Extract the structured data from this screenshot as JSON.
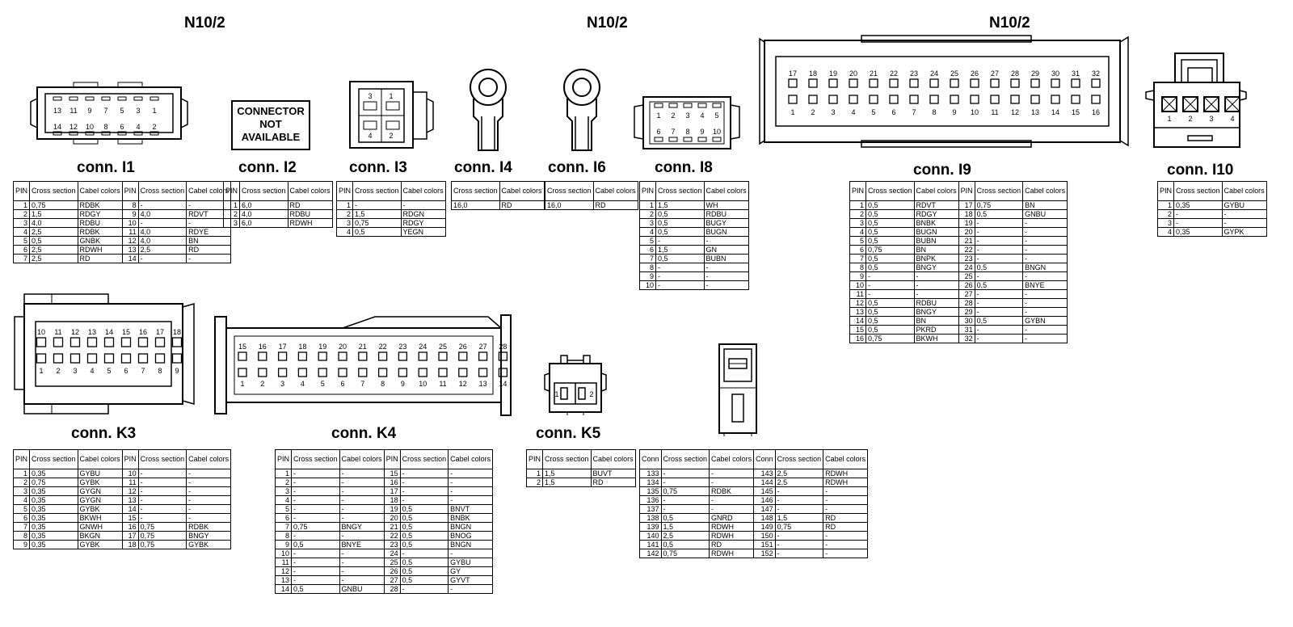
{
  "headers": [
    "N10/2",
    "N10/2",
    "N10/2"
  ],
  "na_text": [
    "CONNECTOR",
    "NOT",
    "AVAILABLE"
  ],
  "conn_i1_top_nums": [
    "13",
    "11",
    "9",
    "7",
    "5",
    "3",
    "1"
  ],
  "conn_i1_bot_nums": [
    "14",
    "12",
    "10",
    "8",
    "6",
    "4",
    "2"
  ],
  "conn_i3_nums": [
    "3",
    "1",
    "4",
    "2"
  ],
  "conn_i8_top_nums": [
    "1",
    "2",
    "3",
    "4",
    "5"
  ],
  "conn_i8_bot_nums": [
    "6",
    "7",
    "8",
    "9",
    "10"
  ],
  "conn_i9_top_nums": [
    "17",
    "18",
    "19",
    "20",
    "21",
    "22",
    "23",
    "24",
    "25",
    "26",
    "27",
    "28",
    "29",
    "30",
    "31",
    "32"
  ],
  "conn_i9_bot_nums": [
    "1",
    "2",
    "3",
    "4",
    "5",
    "6",
    "7",
    "8",
    "9",
    "10",
    "11",
    "12",
    "13",
    "14",
    "15",
    "16"
  ],
  "conn_i10_nums": [
    "1",
    "2",
    "3",
    "4"
  ],
  "conn_k3_top_nums": [
    "10",
    "11",
    "12",
    "13",
    "14",
    "15",
    "16",
    "17",
    "18"
  ],
  "conn_k3_bot_nums": [
    "1",
    "2",
    "3",
    "4",
    "5",
    "6",
    "7",
    "8",
    "9"
  ],
  "conn_k4_top_nums": [
    "15",
    "16",
    "17",
    "18",
    "19",
    "20",
    "21",
    "22",
    "23",
    "24",
    "25",
    "26",
    "27",
    "28"
  ],
  "conn_k4_bot_nums": [
    "1",
    "2",
    "3",
    "4",
    "5",
    "6",
    "7",
    "8",
    "9",
    "10",
    "11",
    "12",
    "13",
    "14"
  ],
  "conn_k5_nums": [
    "1",
    "2"
  ],
  "connectors": [
    {
      "id": "i1",
      "title": "conn. I1",
      "headers": [
        "PIN",
        "Cross section",
        "Cabel colors",
        "PIN",
        "Cross section",
        "Cabel colors"
      ],
      "rows": [
        [
          "1",
          "0,75",
          "RDBK",
          "8",
          "-",
          "-"
        ],
        [
          "2",
          "1,5",
          "RDGY",
          "9",
          "4,0",
          "RDVT"
        ],
        [
          "3",
          "4,0",
          "RDBU",
          "10",
          "-",
          "-"
        ],
        [
          "4",
          "2,5",
          "RDBK",
          "11",
          "4,0",
          "RDYE"
        ],
        [
          "5",
          "0,5",
          "GNBK",
          "12",
          "4,0",
          "BN"
        ],
        [
          "6",
          "2,5",
          "RDWH",
          "13",
          "2,5",
          "RD"
        ],
        [
          "7",
          "2,5",
          "RD",
          "14",
          "-",
          "-"
        ]
      ]
    },
    {
      "id": "i2",
      "title": "conn. I2",
      "headers": [
        "PIN",
        "Cross section",
        "Cabel colors"
      ],
      "rows": [
        [
          "1",
          "6,0",
          "RD"
        ],
        [
          "2",
          "4,0",
          "RDBU"
        ],
        [
          "3",
          "6,0",
          "RDWH"
        ]
      ]
    },
    {
      "id": "i3",
      "title": "conn. I3",
      "headers": [
        "PIN",
        "Cross section",
        "Cabel colors"
      ],
      "rows": [
        [
          "1",
          "-",
          "-"
        ],
        [
          "2",
          "1,5",
          "RDGN"
        ],
        [
          "3",
          "0,75",
          "RDGY"
        ],
        [
          "4",
          "0,5",
          "YEGN"
        ]
      ]
    },
    {
      "id": "i4",
      "title": "conn. I4",
      "headers": [
        "Cross section",
        "Cabel colors"
      ],
      "rows": [
        [
          "16,0",
          "RD"
        ]
      ]
    },
    {
      "id": "i6",
      "title": "conn. I6",
      "headers": [
        "Cross section",
        "Cabel colors"
      ],
      "rows": [
        [
          "16,0",
          "RD"
        ]
      ]
    },
    {
      "id": "i8",
      "title": "conn. I8",
      "headers": [
        "PIN",
        "Cross section",
        "Cabel colors"
      ],
      "rows": [
        [
          "1",
          "1,5",
          "WH"
        ],
        [
          "2",
          "0,5",
          "RDBU"
        ],
        [
          "3",
          "0,5",
          "BUGY"
        ],
        [
          "4",
          "0,5",
          "BUGN"
        ],
        [
          "5",
          "-",
          "-"
        ],
        [
          "6",
          "1,5",
          "GN"
        ],
        [
          "7",
          "0,5",
          "BUBN"
        ],
        [
          "8",
          "-",
          "-"
        ],
        [
          "9",
          "-",
          "-"
        ],
        [
          "10",
          "-",
          "-"
        ]
      ]
    },
    {
      "id": "i9",
      "title": "conn. I9",
      "headers": [
        "PIN",
        "Cross section",
        "Cabel colors",
        "PIN",
        "Cross section",
        "Cabel colors"
      ],
      "rows": [
        [
          "1",
          "0,5",
          "RDVT",
          "17",
          "0,75",
          "BN"
        ],
        [
          "2",
          "0,5",
          "RDGY",
          "18",
          "0,5",
          "GNBU"
        ],
        [
          "3",
          "0,5",
          "BNBK",
          "19",
          "-",
          "-"
        ],
        [
          "4",
          "0,5",
          "BUGN",
          "20",
          "-",
          "-"
        ],
        [
          "5",
          "0,5",
          "BUBN",
          "21",
          "-",
          "-"
        ],
        [
          "6",
          "0,75",
          "BN",
          "22",
          "-",
          "-"
        ],
        [
          "7",
          "0,5",
          "BNPK",
          "23",
          "-",
          "-"
        ],
        [
          "8",
          "0,5",
          "BNGY",
          "24",
          "0,5",
          "BNGN"
        ],
        [
          "9",
          "-",
          "-",
          "25",
          "-",
          "-"
        ],
        [
          "10",
          "-",
          "-",
          "26",
          "0,5",
          "BNYE"
        ],
        [
          "11",
          "-",
          "-",
          "27",
          "-",
          "-"
        ],
        [
          "12",
          "0,5",
          "RDBU",
          "28",
          "-",
          "-"
        ],
        [
          "13",
          "0,5",
          "BNGY",
          "29",
          "-",
          "-"
        ],
        [
          "14",
          "0,5",
          "BN",
          "30",
          "0,5",
          "GYBN"
        ],
        [
          "15",
          "0,5",
          "PKRD",
          "31",
          "-",
          "-"
        ],
        [
          "16",
          "0,75",
          "BKWH",
          "32",
          "-",
          "-"
        ]
      ]
    },
    {
      "id": "i10",
      "title": "conn. I10",
      "headers": [
        "PIN",
        "Cross section",
        "Cabel colors"
      ],
      "rows": [
        [
          "1",
          "0,35",
          "GYBU"
        ],
        [
          "2",
          "-",
          "-"
        ],
        [
          "3",
          "-",
          "-"
        ],
        [
          "4",
          "0,35",
          "GYPK"
        ]
      ]
    },
    {
      "id": "k3",
      "title": "conn. K3",
      "headers": [
        "PIN",
        "Cross section",
        "Cabel colors",
        "PIN",
        "Cross section",
        "Cabel colors"
      ],
      "rows": [
        [
          "1",
          "0,35",
          "GYBU",
          "10",
          "-",
          "-"
        ],
        [
          "2",
          "0,75",
          "GYBK",
          "11",
          "-",
          "-"
        ],
        [
          "3",
          "0,35",
          "GYGN",
          "12",
          "-",
          "-"
        ],
        [
          "4",
          "0,35",
          "GYGN",
          "13",
          "-",
          "-"
        ],
        [
          "5",
          "0,35",
          "GYBK",
          "14",
          "-",
          "-"
        ],
        [
          "6",
          "0,35",
          "BKWH",
          "15",
          "-",
          "-"
        ],
        [
          "7",
          "0,35",
          "GNWH",
          "16",
          "0,75",
          "RDBK"
        ],
        [
          "8",
          "0,35",
          "BKGN",
          "17",
          "0,75",
          "BNGY"
        ],
        [
          "9",
          "0,35",
          "GYBK",
          "18",
          "0,75",
          "GYBK"
        ]
      ]
    },
    {
      "id": "k4",
      "title": "conn. K4",
      "headers": [
        "PIN",
        "Cross section",
        "Cabel colors",
        "PIN",
        "Cross section",
        "Cabel colors"
      ],
      "rows": [
        [
          "1",
          "-",
          "-",
          "15",
          "-",
          "-"
        ],
        [
          "2",
          "-",
          "-",
          "16",
          "-",
          "-"
        ],
        [
          "3",
          "-",
          "-",
          "17",
          "-",
          "-"
        ],
        [
          "4",
          "-",
          "-",
          "18",
          "-",
          "-"
        ],
        [
          "5",
          "-",
          "-",
          "19",
          "0,5",
          "BNVT"
        ],
        [
          "6",
          "-",
          "-",
          "20",
          "0,5",
          "BNBK"
        ],
        [
          "7",
          "0,75",
          "BNGY",
          "21",
          "0,5",
          "BNGN"
        ],
        [
          "8",
          "-",
          "-",
          "22",
          "0,5",
          "BNOG"
        ],
        [
          "9",
          "0,5",
          "BNYE",
          "23",
          "0,5",
          "BNGN"
        ],
        [
          "10",
          "-",
          "-",
          "24",
          "-",
          "-"
        ],
        [
          "11",
          "-",
          "-",
          "25",
          "0,5",
          "GYBU"
        ],
        [
          "12",
          "-",
          "-",
          "26",
          "0,5",
          "GY"
        ],
        [
          "13",
          "-",
          "-",
          "27",
          "0,5",
          "GYVT"
        ],
        [
          "14",
          "0,5",
          "GNBU",
          "28",
          "-",
          "-"
        ]
      ]
    },
    {
      "id": "k5",
      "title": "conn. K5",
      "headers": [
        "PIN",
        "Cross section",
        "Cabel colors"
      ],
      "rows": [
        [
          "1",
          "1,5",
          "BUVT"
        ],
        [
          "2",
          "1,5",
          "RD"
        ]
      ]
    },
    {
      "id": "k6",
      "headers": [
        "Conn",
        "Cross section",
        "Cabel colors",
        "Conn",
        "Cross section",
        "Cabel colors"
      ],
      "rows": [
        [
          "133",
          "-",
          "-",
          "143",
          "2,5",
          "RDWH"
        ],
        [
          "134",
          "-",
          "-",
          "144",
          "2,5",
          "RDWH"
        ],
        [
          "135",
          "0,75",
          "RDBK",
          "145",
          "-",
          "-"
        ],
        [
          "136",
          "-",
          "-",
          "146",
          "-",
          "-"
        ],
        [
          "137",
          "-",
          "-",
          "147",
          "-",
          "-"
        ],
        [
          "138",
          "0,5",
          "GNRD",
          "148",
          "1,5",
          "RD"
        ],
        [
          "139",
          "1,5",
          "RDWH",
          "149",
          "0,75",
          "RD"
        ],
        [
          "140",
          "2,5",
          "RDWH",
          "150",
          "-",
          "-"
        ],
        [
          "141",
          "0,5",
          "RD",
          "151",
          "-",
          "-"
        ],
        [
          "142",
          "0,75",
          "RDWH",
          "152",
          "-",
          "-"
        ]
      ]
    }
  ]
}
